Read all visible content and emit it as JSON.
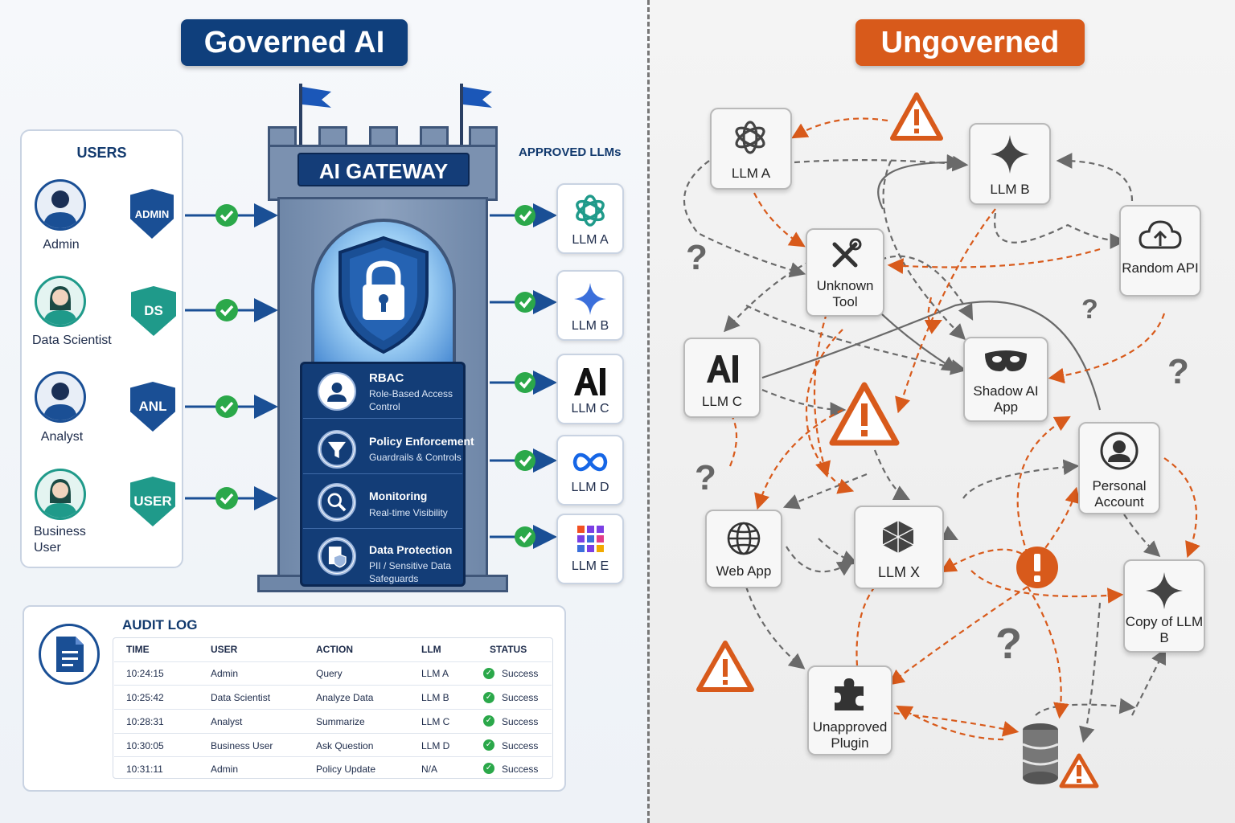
{
  "governed": {
    "title": "Governed AI",
    "users_heading": "USERS",
    "users": [
      {
        "name": "Admin",
        "badge": "ADMIN",
        "color": "#1a4f95"
      },
      {
        "name": "Data Scientist",
        "badge": "DS",
        "color": "#1f9a8a"
      },
      {
        "name": "Analyst",
        "badge": "ANL",
        "color": "#1a4f95"
      },
      {
        "name": "Business User",
        "badge": "USER",
        "color": "#1f9a8a"
      }
    ],
    "gateway_label": "AI GATEWAY",
    "features": [
      {
        "title": "RBAC",
        "subtitle": "Role-Based Access Control",
        "icon": "user-icon"
      },
      {
        "title": "Policy Enforcement",
        "subtitle": "Guardrails & Controls",
        "icon": "funnel-icon"
      },
      {
        "title": "Monitoring",
        "subtitle": "Real-time Visibility",
        "icon": "magnifier-icon"
      },
      {
        "title": "Data Protection",
        "subtitle": "PII / Sensitive Data Safeguards",
        "icon": "document-shield-icon"
      }
    ],
    "approved_heading": "APPROVED LLMs",
    "approved_llms": [
      {
        "label": "LLM A",
        "icon": "openai-knot-icon"
      },
      {
        "label": "LLM B",
        "icon": "sparkle-icon"
      },
      {
        "label": "LLM C",
        "icon": "ai-letters-icon"
      },
      {
        "label": "LLM D",
        "icon": "infinity-icon"
      },
      {
        "label": "LLM E",
        "icon": "grid-blocks-icon"
      }
    ],
    "audit_log": {
      "title": "AUDIT LOG",
      "columns": [
        "TIME",
        "USER",
        "ACTION",
        "LLM",
        "STATUS"
      ],
      "rows": [
        [
          "10:24:15",
          "Admin",
          "Query",
          "LLM A",
          "Success"
        ],
        [
          "10:25:42",
          "Data Scientist",
          "Analyze Data",
          "LLM B",
          "Success"
        ],
        [
          "10:28:31",
          "Analyst",
          "Summarize",
          "LLM C",
          "Success"
        ],
        [
          "10:30:05",
          "Business User",
          "Ask Question",
          "LLM D",
          "Success"
        ],
        [
          "10:31:11",
          "Admin",
          "Policy Update",
          "N/A",
          "Success"
        ]
      ]
    },
    "colors": {
      "navy": "#0f3f7c",
      "teal": "#1f9a8a",
      "check": "#2ba84a"
    }
  },
  "ungoverned": {
    "title": "Ungoverned",
    "nodes": [
      {
        "id": "llm-a",
        "label": "LLM A",
        "icon": "openai-knot-icon"
      },
      {
        "id": "llm-b",
        "label": "LLM B",
        "icon": "sparkle-icon"
      },
      {
        "id": "unknown-tool",
        "label": "Unknown Tool",
        "icon": "tools-icon"
      },
      {
        "id": "random-api",
        "label": "Random API",
        "icon": "cloud-upload-icon"
      },
      {
        "id": "llm-c",
        "label": "LLM C",
        "icon": "ai-letters-icon"
      },
      {
        "id": "shadow-ai-app",
        "label": "Shadow AI App",
        "icon": "mask-icon"
      },
      {
        "id": "personal-account",
        "label": "Personal Account",
        "icon": "user-icon"
      },
      {
        "id": "web-app",
        "label": "Web App",
        "icon": "globe-icon"
      },
      {
        "id": "llm-x",
        "label": "LLM X",
        "icon": "cube-icon"
      },
      {
        "id": "copy-llm-b",
        "label": "Copy of LLM B",
        "icon": "sparkle-icon"
      },
      {
        "id": "unapproved-plugin",
        "label": "Unapproved Plugin",
        "icon": "puzzle-icon"
      }
    ],
    "colors": {
      "orange": "#d85a1b",
      "grey_arrow": "#6a6a6a"
    }
  }
}
